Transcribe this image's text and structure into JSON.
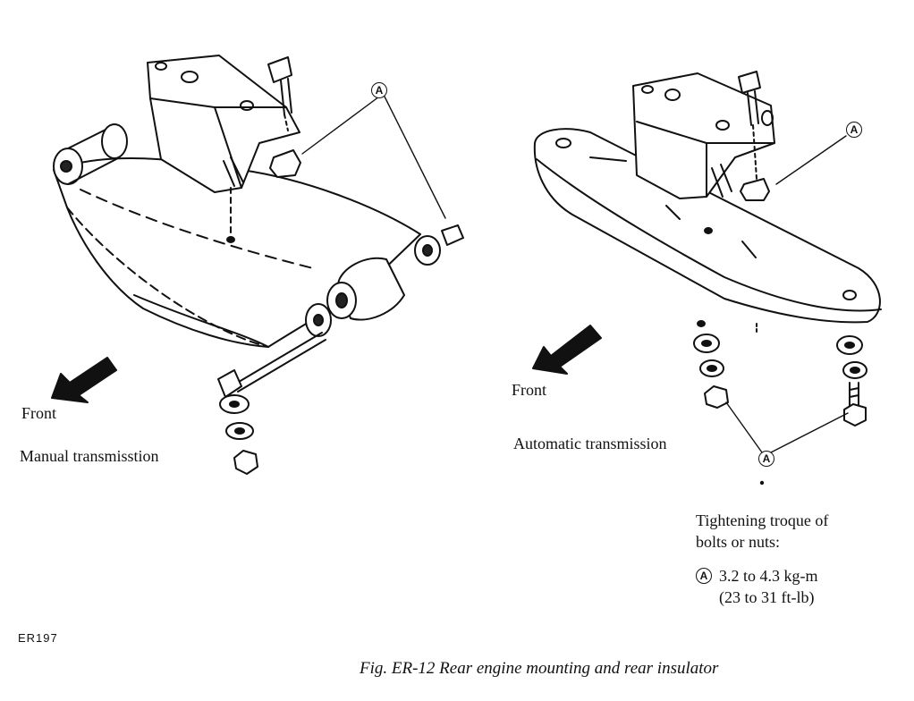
{
  "left_view": {
    "front_label": "Front",
    "transmission_label": "Manual transmisstion",
    "callout": "A"
  },
  "right_view": {
    "front_label": "Front",
    "transmission_label": "Automatic transmission",
    "callout_top": "A",
    "callout_bottom": "A"
  },
  "torque_note": {
    "heading_line1": "Tightening troque of",
    "heading_line2": "bolts or nuts:",
    "marker": "A",
    "value_metric": "3.2 to 4.3 kg-m",
    "value_imperial": "(23 to 31 ft-lb)"
  },
  "figure_code": "ER197",
  "caption": "Fig. ER-12  Rear engine mounting and rear insulator"
}
